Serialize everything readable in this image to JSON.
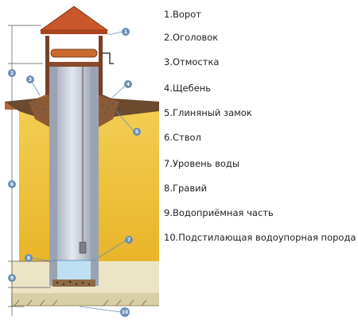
{
  "legend": {
    "items": [
      {
        "label": "1.Ворот"
      },
      {
        "label": "2.Оголовок"
      },
      {
        "label": "3.Отмостка"
      },
      {
        "label": "4.Щебень"
      },
      {
        "label": "5.Глиняный замок"
      },
      {
        "label": "6.Ствол"
      },
      {
        "label": "7.Уровень воды"
      },
      {
        "label": "8.Гравий"
      },
      {
        "label": "9.Водоприёмная  часть"
      },
      {
        "label": "10.Подстилающая  водоупорная порода"
      }
    ]
  },
  "callouts": [
    "1",
    "2",
    "3",
    "4",
    "5",
    "6",
    "7",
    "8",
    "9",
    "10"
  ],
  "colors": {
    "soil": "#f0c23a",
    "roof": "#c8572a",
    "shaft": "#c9d0dc",
    "callout": "#6d8fb5",
    "water": "#b7dcf0",
    "ground": "#e9e2c8"
  }
}
